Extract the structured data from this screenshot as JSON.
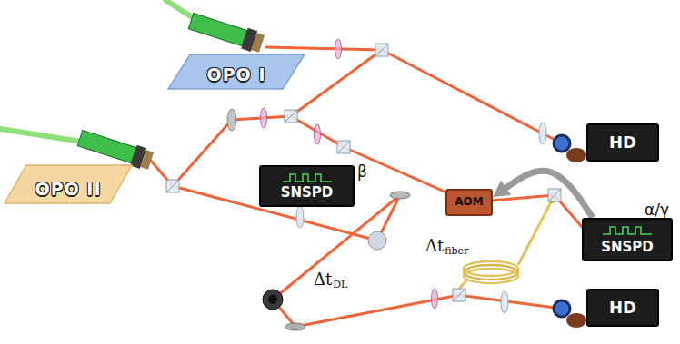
{
  "diagram": {
    "nodes": [
      {
        "text": [
          "OPO I"
        ]
      },
      {
        "text": [
          "HD"
        ]
      },
      {
        "text": [
          "OPO II"
        ]
      },
      {
        "text": [
          "SNSPD",
          "β"
        ]
      },
      {
        "text": [
          "AOM"
        ]
      },
      {
        "text": [
          "SNSPD",
          "α/γ"
        ]
      },
      {
        "text": [
          "HD"
        ]
      }
    ],
    "edges": [
      {
        "from": 5,
        "to": 4,
        "arrow": "to"
      }
    ],
    "labels": [
      "Δt",
      "fiber",
      "Δt",
      "DL"
    ]
  }
}
